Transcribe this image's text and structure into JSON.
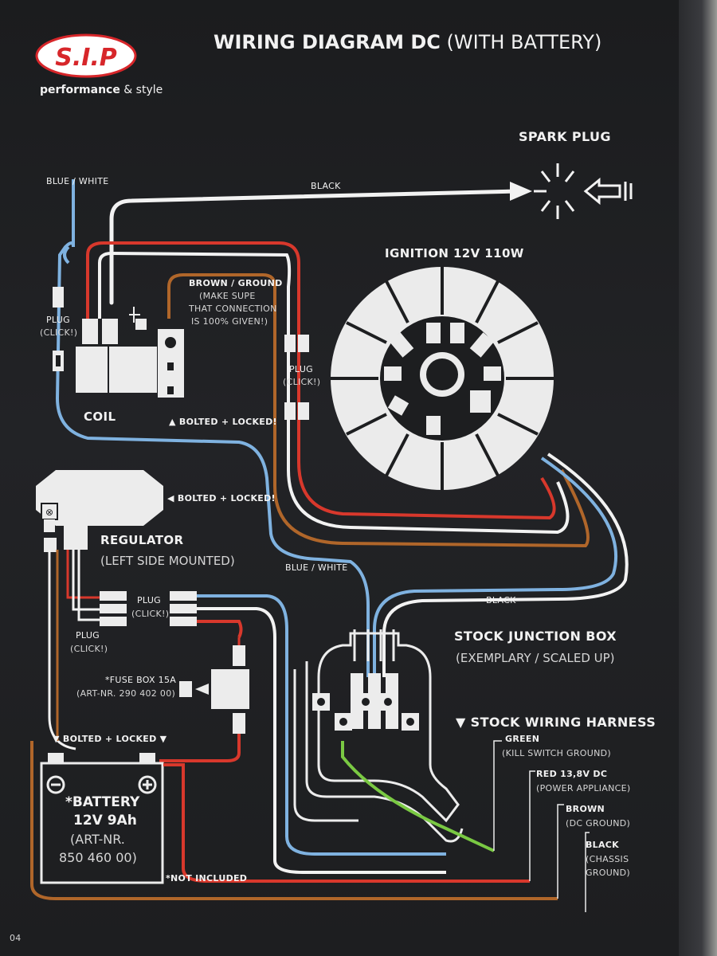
{
  "header": {
    "logo": "S.I.P",
    "tagline_bold": "performance",
    "tagline_rest": "& style",
    "title_bold": "WIRING DIAGRAM DC",
    "title_rest": "(WITH BATTERY)"
  },
  "labels": {
    "spark_plug": "SPARK PLUG",
    "black_top": "BLACK",
    "blue_white_top": "BLUE / WHITE",
    "ignition": "IGNITION 12V 110W",
    "brown_ground": "BROWN / GROUND",
    "make_sure_1": "(MAKE SUPE",
    "make_sure_2": "THAT CONNECTION",
    "make_sure_3": "IS 100% GIVEN!)",
    "plug_left": "PLUG",
    "plug_left_click": "(CLICK!)",
    "plug_mid": "PLUG",
    "plug_mid_click": "(CLICK!)",
    "coil": "COIL",
    "bolted_locked_coil": "▲ BOLTED + LOCKED!",
    "bolted_locked_reg": "◀ BOLTED + LOCKED!",
    "regulator": "REGULATOR",
    "regulator_sub": "(LEFT SIDE MOUNTED)",
    "blue_white_mid": "BLUE / WHITE",
    "black_mid": "BLACK",
    "plug_reg": "PLUG",
    "plug_reg_click": "(CLICK!)",
    "plug_low": "PLUG",
    "plug_low_click": "(CLICK!)",
    "fuse_box": "*FUSE BOX 15A",
    "fuse_art": "(ART-NR. 290 402 00)",
    "junction_box": "STOCK JUNCTION BOX",
    "junction_box_sub": "(EXEMPLARY / SCALED UP)",
    "wiring_harness": "▼ STOCK WIRING HARNESS",
    "green": "GREEN",
    "green_sub": "(KILL SWITCH GROUND)",
    "red": "RED 13,8V DC",
    "red_sub": "(POWER APPLIANCE)",
    "brown": "BROWN",
    "brown_sub": "(DC GROUND)",
    "black": "BLACK",
    "black_sub1": "(CHASSIS",
    "black_sub2": "GROUND)",
    "bolted_locked_batt": "▼ BOLTED + LOCKED ▼",
    "battery_1": "*BATTERY",
    "battery_2": "12V 9Ah",
    "battery_3": "(ART-NR.",
    "battery_4": "850 460 00)",
    "not_included": "*NOT INCLUDED",
    "page_number": "04"
  },
  "colors": {
    "background": "#1d1e20",
    "wire_red": "#d8382c",
    "wire_blue": "#7fb2e0",
    "wire_brown": "#b0662a",
    "wire_white": "#f2f2f2",
    "wire_green": "#7ac943",
    "logo_red": "#d7262a"
  }
}
